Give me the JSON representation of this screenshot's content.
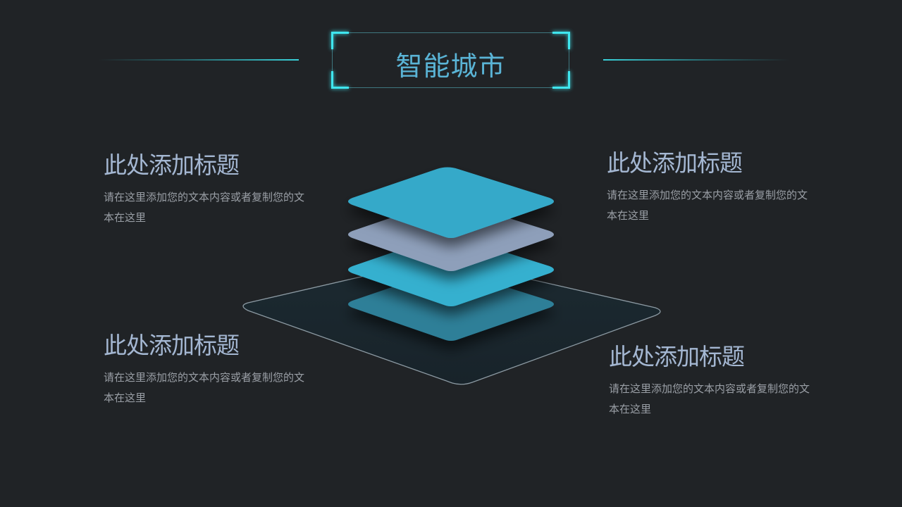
{
  "header": {
    "title": "智能城市"
  },
  "blocks": [
    {
      "title": "此处添加标题",
      "body": "请在这里添加您的文本内容或者复制您的文本在这里"
    },
    {
      "title": "此处添加标题",
      "body": "请在这里添加您的文本内容或者复制您的文本在这里"
    },
    {
      "title": "此处添加标题",
      "body": "请在这里添加您的文本内容或者复制您的文本在这里"
    },
    {
      "title": "此处添加标题",
      "body": "请在这里添加您的文本内容或者复制您的文本在这里"
    }
  ],
  "colors": {
    "background": "#202326",
    "accent": "#3fe6ef",
    "title": "#5ab4d6",
    "heading": "#a4b7d2",
    "layer_top": "#35a9c9",
    "layer_grey": "#8e9fba",
    "layer_mid": "#34b0cf",
    "layer_bottom": "#2d7f98",
    "base_plate": "#1b262c"
  },
  "icons": {
    "illustration": "stacked-layers-icon"
  }
}
